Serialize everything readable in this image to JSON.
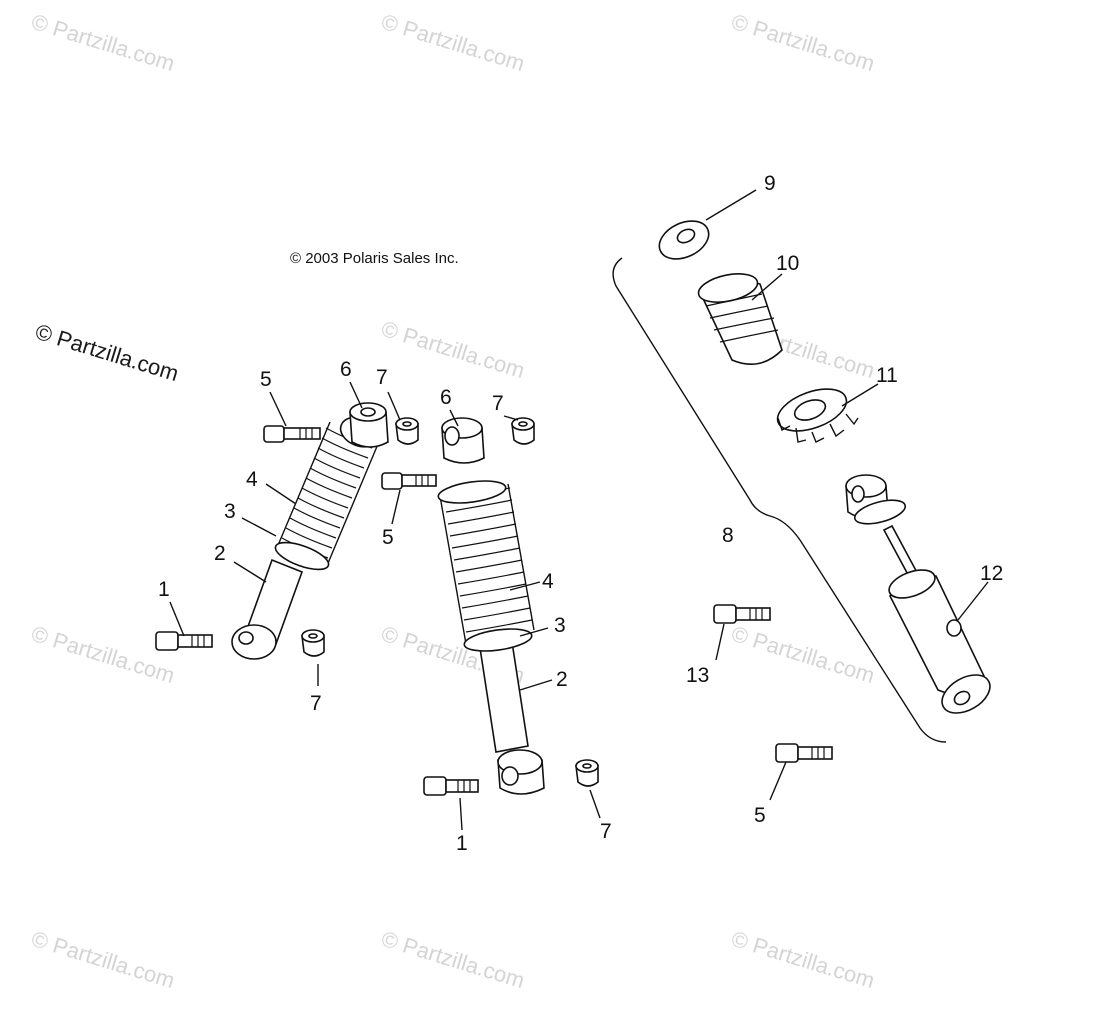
{
  "copyright": "© 2003 Polaris Sales Inc.",
  "watermark": "© Partzilla.com",
  "callouts": {
    "c1a": "1",
    "c1b": "1",
    "c2a": "2",
    "c2b": "2",
    "c3a": "3",
    "c3b": "3",
    "c4a": "4",
    "c4b": "4",
    "c5a": "5",
    "c5b": "5",
    "c5c": "5",
    "c6a": "6",
    "c6b": "6",
    "c7a": "7",
    "c7b": "7",
    "c7c": "7",
    "c7d": "7",
    "c8": "8",
    "c9": "9",
    "c10": "10",
    "c11": "11",
    "c12": "12",
    "c13": "13"
  }
}
